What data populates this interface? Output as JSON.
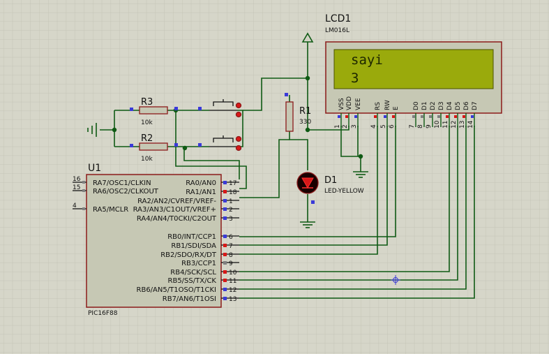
{
  "colors": {
    "background": "#d6d6c9",
    "grid": "#c4c4b6",
    "wire": "#0f5a14",
    "chip_body": "#c6c8b4",
    "outline": "#8b1a1a",
    "lcd_screen": "#9aaa0c",
    "lcd_text": "#1c2600",
    "pin_blue": "#3a3ad8",
    "pin_red": "#d81818",
    "pin_gray": "#808080"
  },
  "lcd": {
    "ref": "LCD1",
    "model": "LM016L",
    "line1": "sayi",
    "line2": "3",
    "pin_labels": [
      "VSS",
      "VDD",
      "VEE",
      "RS",
      "RW",
      "E",
      "D0",
      "D1",
      "D2",
      "D3",
      "D4",
      "D5",
      "D6",
      "D7"
    ],
    "pin_numbers": [
      "1",
      "2",
      "3",
      "4",
      "5",
      "6",
      "7",
      "8",
      "9",
      "10",
      "11",
      "12",
      "13",
      "14"
    ]
  },
  "resistors": {
    "r3": {
      "ref": "R3",
      "value": "10k"
    },
    "r2": {
      "ref": "R2",
      "value": "10k"
    },
    "r1": {
      "ref": "R1",
      "value": "330"
    }
  },
  "led": {
    "ref": "D1",
    "type": "LED-YELLOW"
  },
  "mcu": {
    "ref": "U1",
    "part": "PIC16F88",
    "left_pins": [
      {
        "num": "16",
        "label": "RA7/OSC1/CLKIN"
      },
      {
        "num": "15",
        "label": "RA6/OSC2/CLKOUT"
      },
      {
        "num": "4",
        "label": "RA5/MCLR"
      }
    ],
    "right_pins": [
      {
        "num": "17",
        "label": "RA0/AN0"
      },
      {
        "num": "18",
        "label": "RA1/AN1"
      },
      {
        "num": "1",
        "label": "RA2/AN2/CVREF/VREF-"
      },
      {
        "num": "2",
        "label": "RA3/AN3/C1OUT/VREF+"
      },
      {
        "num": "3",
        "label": "RA4/AN4/T0CKI/C2OUT"
      },
      {
        "num": "6",
        "label": "RB0/INT/CCP1"
      },
      {
        "num": "7",
        "label": "RB1/SDI/SDA"
      },
      {
        "num": "8",
        "label": "RB2/SDO/RX/DT"
      },
      {
        "num": "9",
        "label": "RB3/CCP1"
      },
      {
        "num": "10",
        "label": "RB4/SCK/SCL"
      },
      {
        "num": "11",
        "label": "RB5/SS/TX/CK"
      },
      {
        "num": "12",
        "label": "RB6/AN5/T1OSO/T1CKI"
      },
      {
        "num": "13",
        "label": "RB7/AN6/T1OSI"
      }
    ]
  }
}
